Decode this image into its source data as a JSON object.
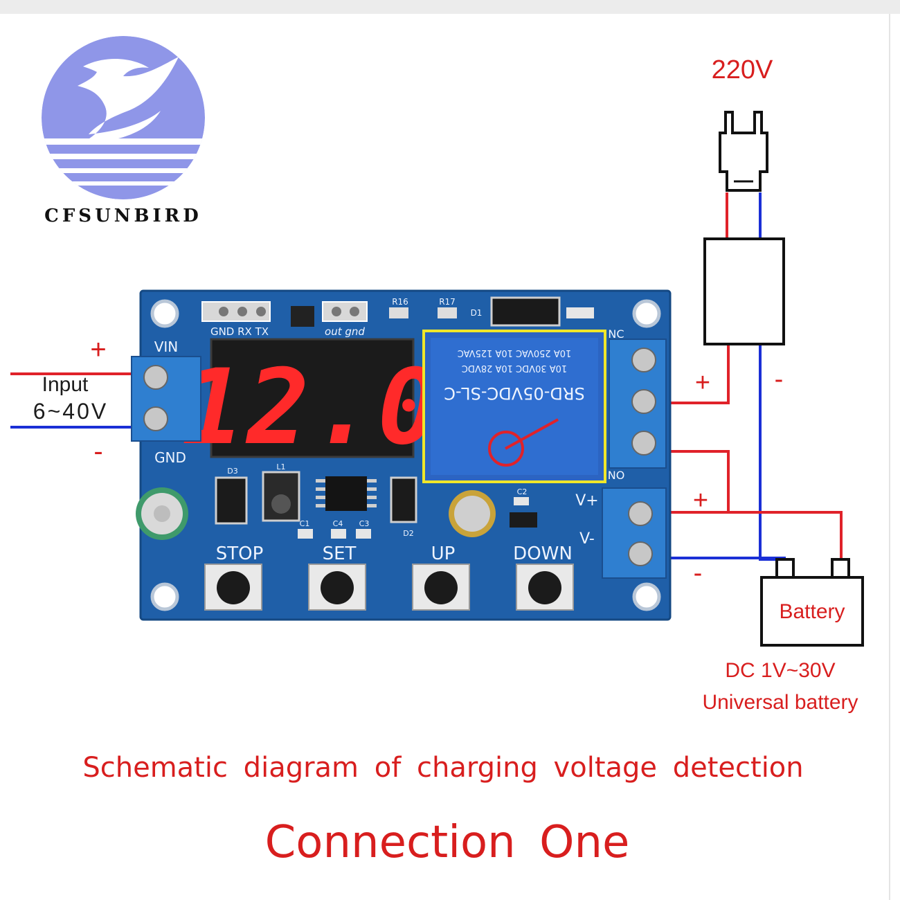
{
  "brand": {
    "name": "CFSUNBIRD",
    "color": "#8f96e8"
  },
  "mains": {
    "voltage_label": "220V"
  },
  "input": {
    "label": "Input",
    "range": "6~40V",
    "plus": "+",
    "minus": "-"
  },
  "board": {
    "display_value": "12.0",
    "vin": "VIN",
    "gnd": "GND",
    "header_pins": "GND RX TX",
    "out_pins": "out gnd",
    "relay_model": "SRD-05VDC-SL-C",
    "relay_ratings": [
      "10A 250VAC 10A 125VAC",
      "10A 30VDC 10A 28VDC"
    ],
    "vplus": "V+",
    "vminus": "V-",
    "nc": "NC",
    "no": "NO",
    "buttons": [
      "STOP",
      "SET",
      "UP",
      "DOWN"
    ],
    "parts": [
      "D1",
      "R16",
      "R17",
      "L1",
      "D2",
      "D3",
      "C1",
      "C2",
      "C3",
      "C4"
    ]
  },
  "adapter": {
    "plus": "+",
    "minus": "-"
  },
  "output": {
    "plus": "+",
    "minus": "-"
  },
  "battery": {
    "label": "Battery",
    "spec": "DC 1V~30V",
    "type": "Universal battery"
  },
  "captions": {
    "subtitle": "Schematic diagram of charging voltage detection",
    "title": "Connection One"
  },
  "colors": {
    "pcb": "#1f5fa8",
    "wire_red": "#e0222a",
    "wire_blue": "#1a2fd6",
    "segment": "#ff2a2a",
    "relay_outline": "#f0e62a",
    "terminal": "#2f7fd0"
  }
}
